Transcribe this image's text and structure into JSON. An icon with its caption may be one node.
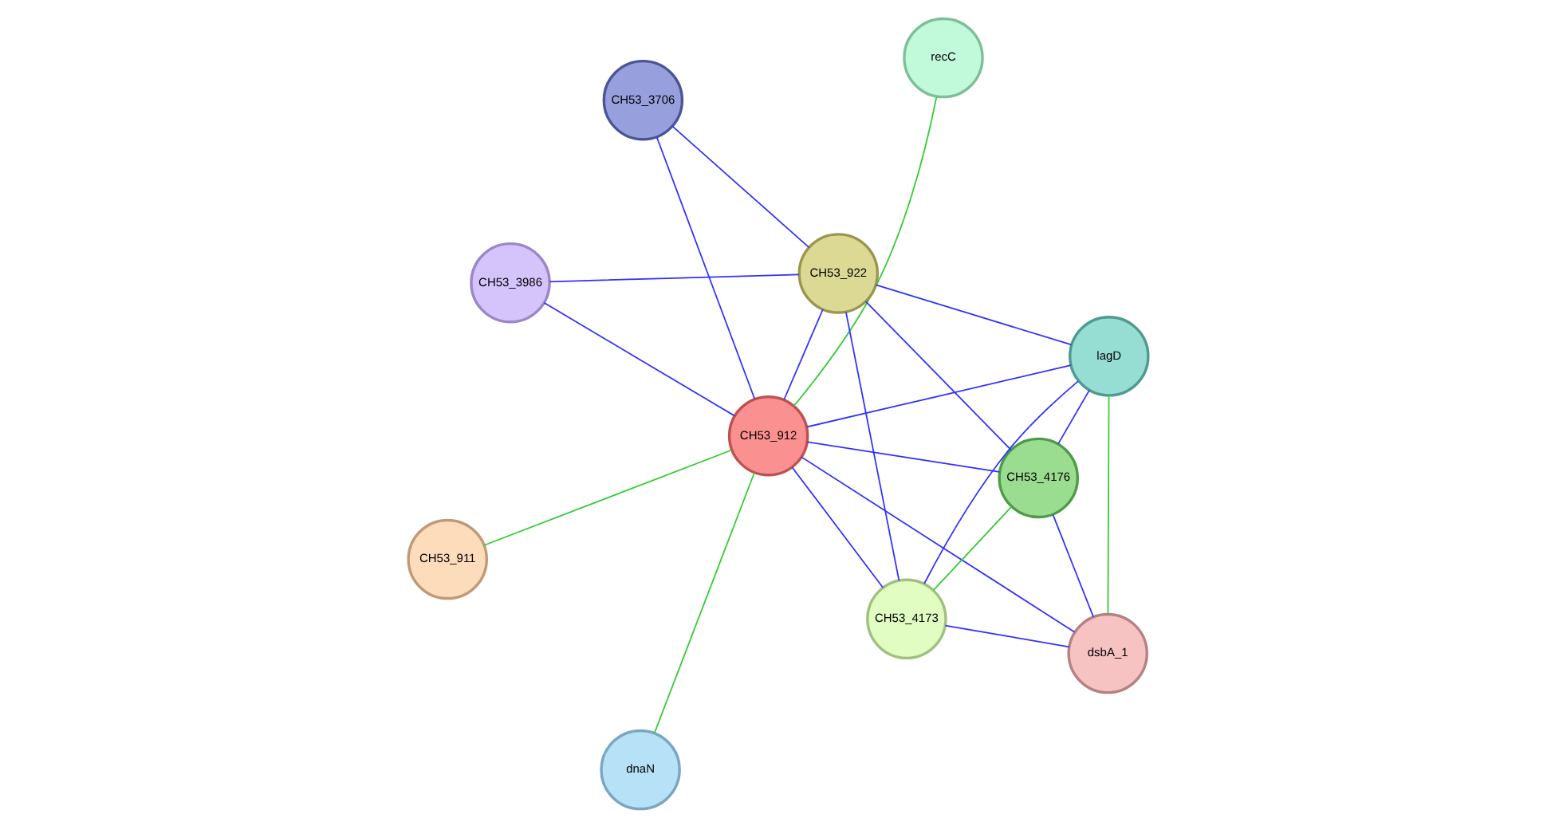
{
  "diagram": {
    "nodes": [
      {
        "text": [
          "CH53_911"
        ]
      },
      {
        "text": [
          "recC"
        ]
      },
      {
        "text": [
          "CH53_912"
        ]
      },
      {
        "text": [
          "CH53_3986"
        ]
      },
      {
        "text": [
          "CH53_3706"
        ]
      },
      {
        "text": [
          "lagD"
        ]
      },
      {
        "text": [
          "CH53_922"
        ]
      },
      {
        "text": [
          "CH53_4176"
        ]
      },
      {
        "text": [
          "CH53_4173"
        ]
      },
      {
        "text": [
          "dnaN"
        ]
      },
      {
        "text": [
          "dsbA_1"
        ]
      }
    ],
    "edges": [
      {
        "from": 2,
        "to": 0,
        "arrow": "none",
        "color": "#33cc33"
      },
      {
        "from": 2,
        "to": 1,
        "arrow": "none",
        "color": "#33cc33"
      },
      {
        "from": 2,
        "to": 3,
        "arrow": "none"
      },
      {
        "from": 2,
        "to": 4,
        "arrow": "none"
      },
      {
        "from": 2,
        "to": 5,
        "arrow": "none"
      },
      {
        "from": 2,
        "to": 6,
        "arrow": "none"
      },
      {
        "from": 2,
        "to": 7,
        "arrow": "none"
      },
      {
        "from": 2,
        "to": 8,
        "arrow": "none"
      },
      {
        "from": 2,
        "to": 10,
        "arrow": "none"
      },
      {
        "from": 2,
        "to": 9,
        "arrow": "none",
        "color": "#33cc33"
      },
      {
        "from": 3,
        "to": 6,
        "arrow": "none"
      },
      {
        "from": 4,
        "to": 6,
        "arrow": "none"
      },
      {
        "from": 5,
        "to": 6,
        "arrow": "none"
      },
      {
        "from": 5,
        "to": 7,
        "arrow": "none"
      },
      {
        "from": 5,
        "to": 8,
        "arrow": "none"
      },
      {
        "from": 5,
        "to": 10,
        "arrow": "none",
        "color": "#33cc33"
      },
      {
        "from": 6,
        "to": 7,
        "arrow": "none"
      },
      {
        "from": 6,
        "to": 8,
        "arrow": "none"
      },
      {
        "from": 7,
        "to": 8,
        "arrow": "none",
        "color": "#33cc33"
      },
      {
        "from": 7,
        "to": 10,
        "arrow": "none"
      },
      {
        "from": 8,
        "to": 10,
        "arrow": "none"
      }
    ]
  }
}
